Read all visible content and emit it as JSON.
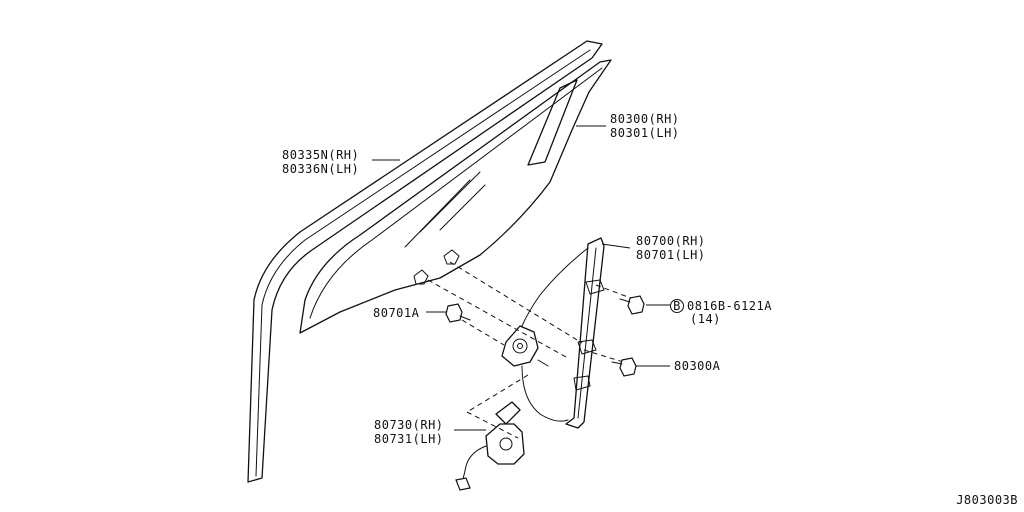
{
  "labels": {
    "molding_rh": "80335N(RH)",
    "molding_lh": "80336N(LH)",
    "glass_rh": "80300(RH)",
    "glass_lh": "80301(LH)",
    "regulator_rh": "80700(RH)",
    "regulator_lh": "80701(LH)",
    "bolt_code": "0816B-6121A",
    "bolt_qty": "(14)",
    "bolt_marker": "B",
    "bolt_regulator": "80701A",
    "bolt_glass": "80300A",
    "motor_rh": "80730(RH)",
    "motor_lh": "80731(LH)"
  },
  "diagram_code": "J803003B"
}
